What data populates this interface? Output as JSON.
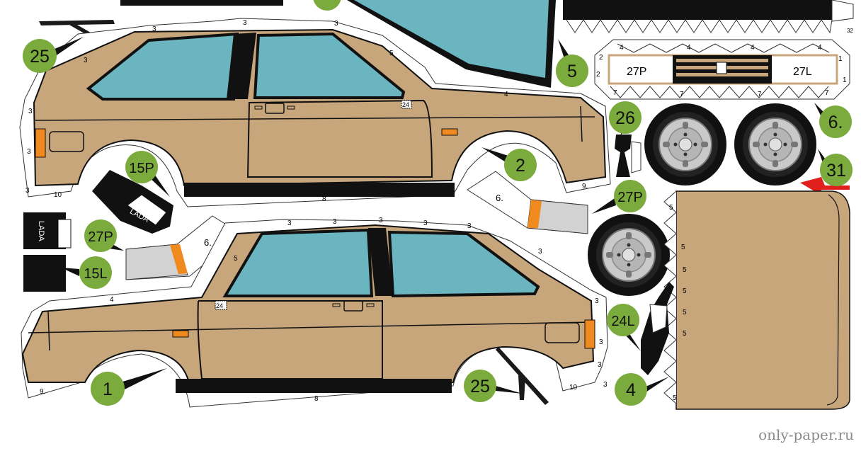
{
  "colors": {
    "body": "#c8a67c",
    "window": "#6bb5c0",
    "badge": "#7aab3c",
    "trim": "#111111",
    "indicator": "#f08a1e",
    "light": "#d2d2d2",
    "arrow": "#e0201c"
  },
  "badges": {
    "b25top": "25",
    "b5": "5",
    "b2": "2",
    "b15p": "15P",
    "b26": "26",
    "b6": "6.",
    "b31": "31",
    "b27p_right": "27P",
    "b27p_left": "27P",
    "b15l": "15L",
    "b1": "1",
    "b25bottom": "25",
    "b24l": "24L",
    "b4": "4"
  },
  "tabs": {
    "t3": "3",
    "t4": "4",
    "t5": "5",
    "t7": "7",
    "t8": "8",
    "t9": "9.",
    "t10": "10",
    "t1": "1",
    "t2": "2",
    "t24": "24",
    "t32": "32",
    "t6": "6."
  },
  "grille": {
    "left": "27P",
    "right": "27L"
  },
  "brand": "LADA",
  "watermark": "only-paper.ru"
}
